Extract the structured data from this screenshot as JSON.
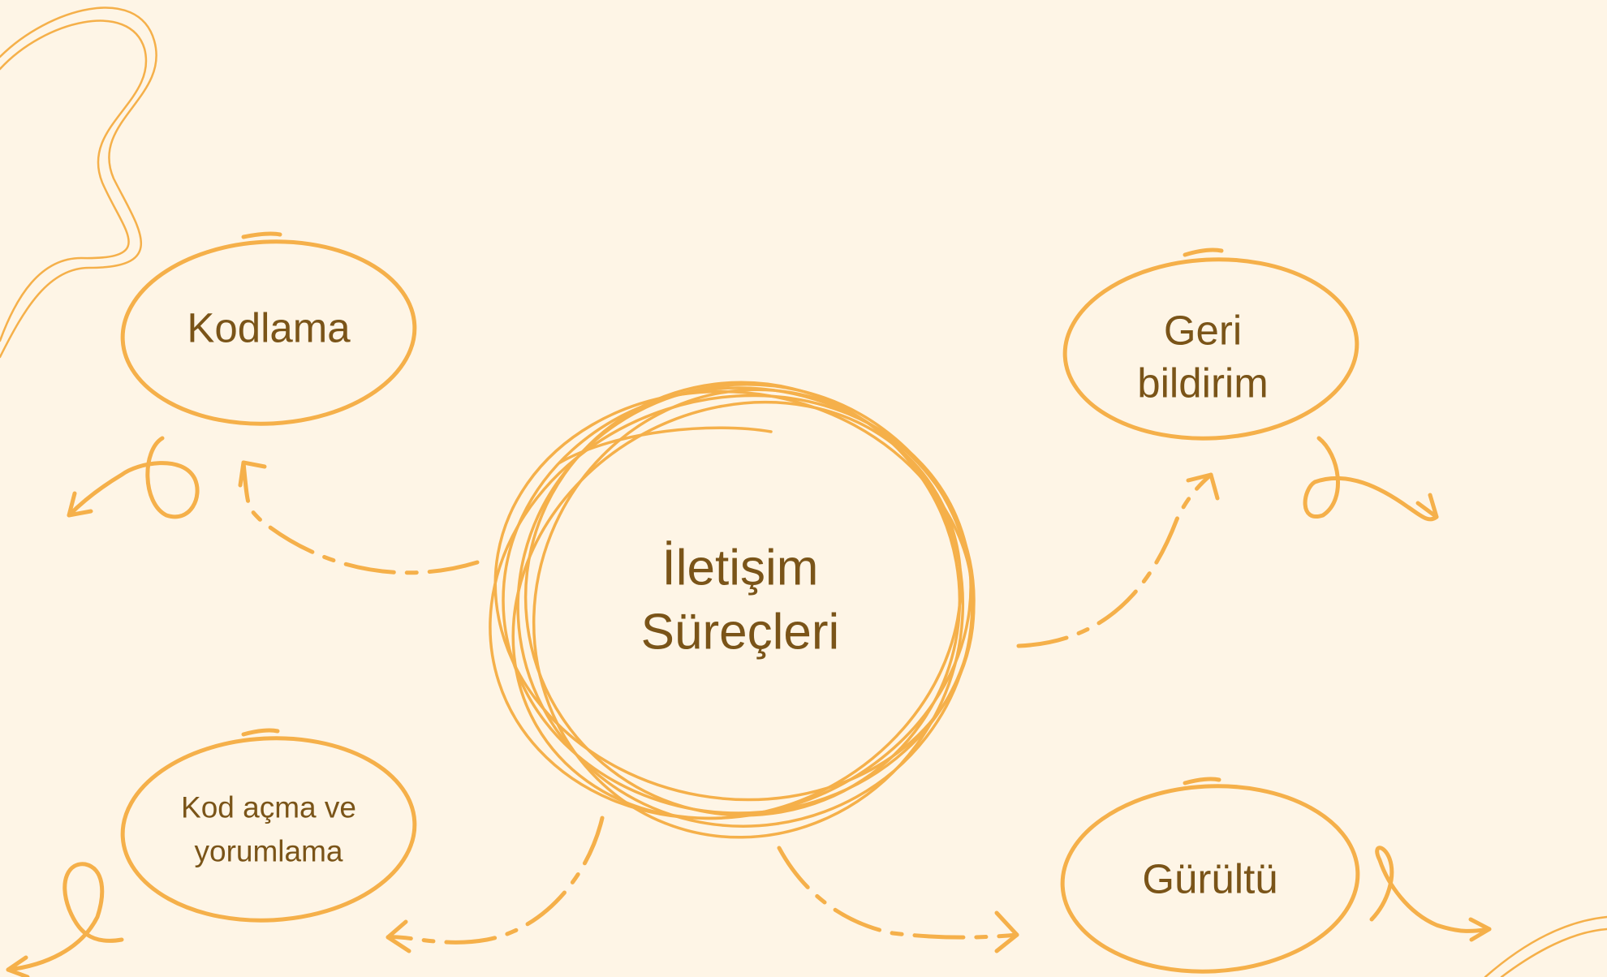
{
  "colors": {
    "background": "#fef5e6",
    "stroke": "#f5b04a",
    "text": "#7a5418"
  },
  "diagram": {
    "type": "mind-map",
    "center": {
      "label": "İletişim\nSüreçleri"
    },
    "nodes": [
      {
        "id": "kodlama",
        "label": "Kodlama"
      },
      {
        "id": "geri-bildirim",
        "label": "Geri\nbildirim"
      },
      {
        "id": "kod-acma",
        "label": "Kod açma ve\nyorumlama"
      },
      {
        "id": "gurultu",
        "label": "Gürültü"
      }
    ],
    "edges": [
      {
        "from": "center",
        "to": "kodlama",
        "style": "dashed-arrow"
      },
      {
        "from": "center",
        "to": "geri-bildirim",
        "style": "dashed-arrow"
      },
      {
        "from": "center",
        "to": "kod-acma",
        "style": "dashed-arrow"
      },
      {
        "from": "center",
        "to": "gurultu",
        "style": "dashed-arrow"
      }
    ]
  }
}
